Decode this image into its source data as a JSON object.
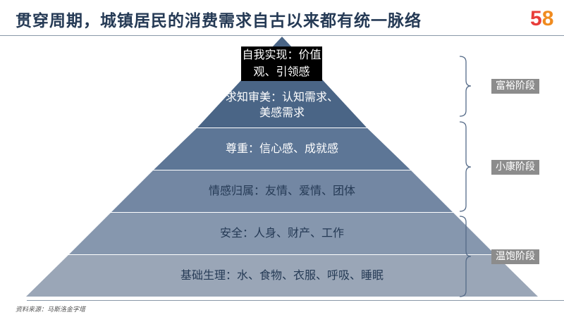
{
  "title": "贯穿周期，城镇居民的消费需求自古以来都有统一脉络",
  "logo": {
    "part1": "5",
    "part2": "8"
  },
  "source": "资料来源：马斯洛金字塔",
  "pyramid": [
    {
      "label": "自我实现：价值观、引领感",
      "color": "#000000"
    },
    {
      "label": "求知审美：认知需求、美感需求",
      "color": "#4a6586"
    },
    {
      "label": "尊重：信心感、成就感",
      "color": "#5d7696"
    },
    {
      "label": "情感归属：友情、爱情、团体",
      "color": "#7387a3"
    },
    {
      "label": "安全：人身、财产、工作",
      "color": "#8697ae"
    },
    {
      "label": "基础生理：水、食物、衣服、呼吸、睡眠",
      "color": "#9aa6b7"
    }
  ],
  "stages": [
    {
      "label": "富裕阶段"
    },
    {
      "label": "小康阶段"
    },
    {
      "label": "温饱阶段"
    }
  ]
}
